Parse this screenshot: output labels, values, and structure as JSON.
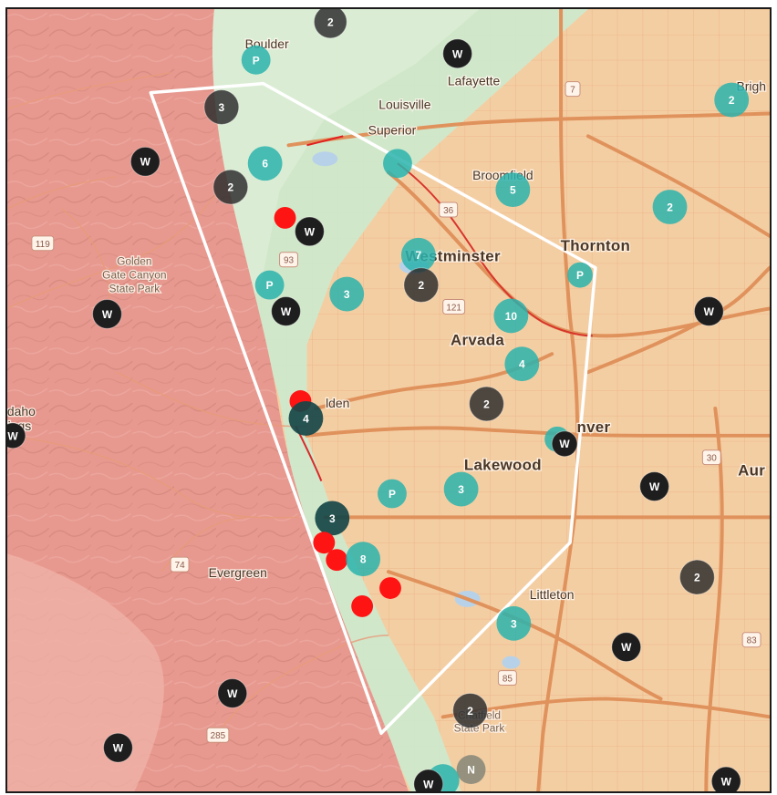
{
  "places": [
    {
      "id": "boulder",
      "label": "Boulder"
    },
    {
      "id": "lafayette",
      "label": "Lafayette"
    },
    {
      "id": "louisville",
      "label": "Louisville"
    },
    {
      "id": "superior",
      "label": "Superior"
    },
    {
      "id": "broomfield",
      "label": "Broomfield"
    },
    {
      "id": "brighton",
      "label": "Brigh"
    },
    {
      "id": "thornton",
      "label": "Thornton"
    },
    {
      "id": "westminster",
      "label": "Westminster"
    },
    {
      "id": "arvada",
      "label": "Arvada"
    },
    {
      "id": "golden",
      "label": "lden"
    },
    {
      "id": "denver",
      "label": "nver"
    },
    {
      "id": "lakewood",
      "label": "Lakewood"
    },
    {
      "id": "aurora",
      "label": "Aur"
    },
    {
      "id": "littleton",
      "label": "Littleton"
    },
    {
      "id": "evergreen",
      "label": "Evergreen"
    },
    {
      "id": "golden-gate-1",
      "label": "Golden"
    },
    {
      "id": "golden-gate-2",
      "label": "Gate Canyon"
    },
    {
      "id": "golden-gate-3",
      "label": "State Park"
    },
    {
      "id": "idaho-1",
      "label": "Idaho"
    },
    {
      "id": "idaho-2",
      "label": "rings"
    },
    {
      "id": "chatfield-1",
      "label": "Chatfield"
    },
    {
      "id": "chatfield-2",
      "label": "State Park"
    }
  ],
  "highway_shields": [
    "7",
    "36",
    "93",
    "121",
    "119",
    "74",
    "285",
    "85",
    "30",
    "83"
  ],
  "marker_legend": {
    "teal": "#2bb3ad",
    "dark": "#2f2f2f",
    "gray": "#4a4a4a",
    "red": "#ff1414",
    "olive": "#8b8b7a"
  },
  "markers": [
    {
      "kind": "dark-gray",
      "label": "2"
    },
    {
      "kind": "teal",
      "label": "P"
    },
    {
      "kind": "black",
      "label": "W"
    },
    {
      "kind": "teal",
      "label": "2"
    },
    {
      "kind": "dark-gray",
      "label": "3"
    },
    {
      "kind": "black",
      "label": "W"
    },
    {
      "kind": "teal",
      "label": "6"
    },
    {
      "kind": "dark-gray",
      "label": "2"
    },
    {
      "kind": "teal",
      "label": ""
    },
    {
      "kind": "teal",
      "label": "5"
    },
    {
      "kind": "teal",
      "label": "2"
    },
    {
      "kind": "red",
      "label": ""
    },
    {
      "kind": "black",
      "label": "W"
    },
    {
      "kind": "teal",
      "label": "7"
    },
    {
      "kind": "dark-gray",
      "label": "2"
    },
    {
      "kind": "teal",
      "label": "P"
    },
    {
      "kind": "teal",
      "label": "P"
    },
    {
      "kind": "black",
      "label": "W"
    },
    {
      "kind": "teal",
      "label": "3"
    },
    {
      "kind": "teal",
      "label": "10"
    },
    {
      "kind": "black",
      "label": "W"
    },
    {
      "kind": "black",
      "label": "W"
    },
    {
      "kind": "teal",
      "label": "4"
    },
    {
      "kind": "red",
      "label": ""
    },
    {
      "kind": "dark-teal",
      "label": "4"
    },
    {
      "kind": "dark-gray",
      "label": "2"
    },
    {
      "kind": "teal",
      "label": ""
    },
    {
      "kind": "black",
      "label": "W"
    },
    {
      "kind": "black",
      "label": "W"
    },
    {
      "kind": "teal",
      "label": "P"
    },
    {
      "kind": "teal",
      "label": "3"
    },
    {
      "kind": "black",
      "label": "W"
    },
    {
      "kind": "dark-teal",
      "label": "3"
    },
    {
      "kind": "red",
      "label": ""
    },
    {
      "kind": "red",
      "label": ""
    },
    {
      "kind": "teal",
      "label": "8"
    },
    {
      "kind": "red",
      "label": ""
    },
    {
      "kind": "red",
      "label": ""
    },
    {
      "kind": "dark-gray",
      "label": "2"
    },
    {
      "kind": "teal",
      "label": "3"
    },
    {
      "kind": "black",
      "label": "W"
    },
    {
      "kind": "black",
      "label": "W"
    },
    {
      "kind": "dark-gray",
      "label": "2"
    },
    {
      "kind": "black",
      "label": "W"
    },
    {
      "kind": "olive",
      "label": "N"
    },
    {
      "kind": "teal",
      "label": ""
    },
    {
      "kind": "black",
      "label": "W"
    },
    {
      "kind": "black",
      "label": "W"
    }
  ]
}
